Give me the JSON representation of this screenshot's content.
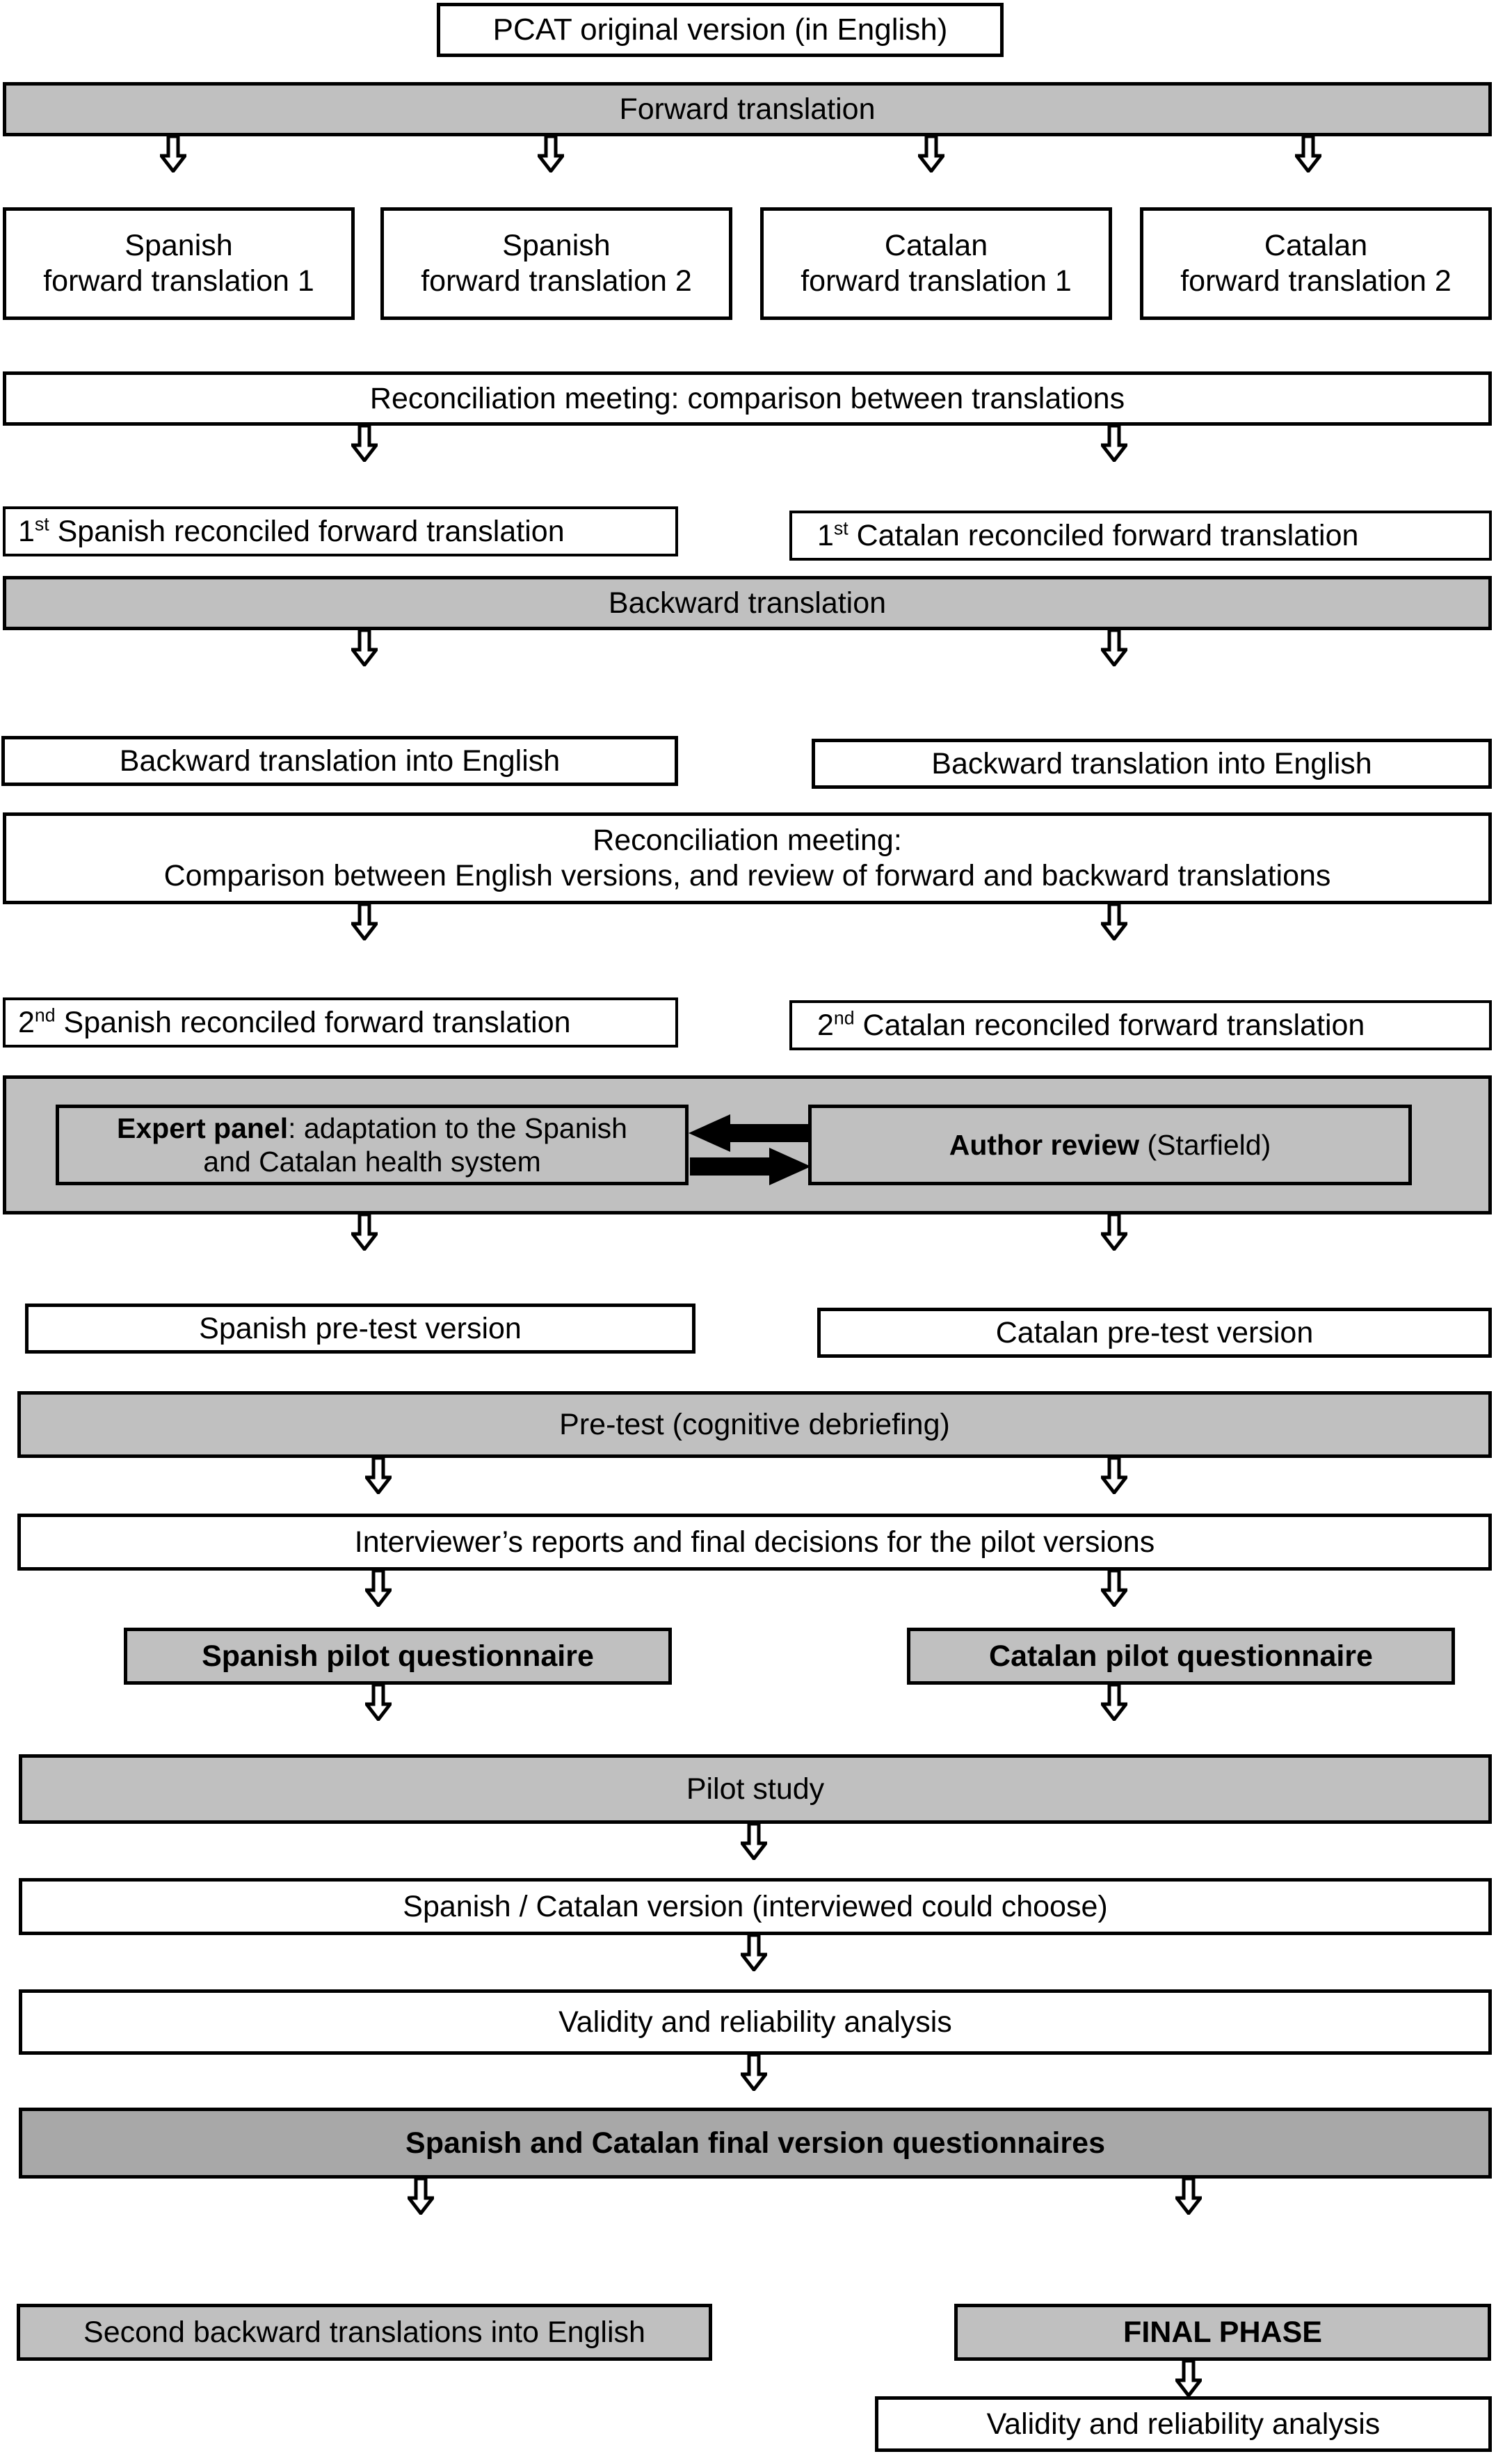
{
  "diagram": {
    "title": "PCAT translation and cross-cultural adaptation flowchart",
    "colors": {
      "outline": "#000000",
      "fill_white": "#ffffff",
      "fill_grey": "#c0c0c0",
      "fill_grey_dark": "#a8a8a8"
    },
    "nodes": {
      "pcat_original": "PCAT original version (in English)",
      "forward_translation": "Forward translation",
      "spanish_fwd_1_line1": "Spanish",
      "spanish_fwd_1_line2": "forward translation 1",
      "spanish_fwd_2_line1": "Spanish",
      "spanish_fwd_2_line2": "forward translation 2",
      "catalan_fwd_1_line1": "Catalan",
      "catalan_fwd_1_line2": "forward translation 1",
      "catalan_fwd_2_line1": "Catalan",
      "catalan_fwd_2_line2": "forward translation 2",
      "reconciliation_meeting_1": "Reconciliation meeting: comparison between translations",
      "first_spanish_ord": "1",
      "first_spanish_sup": "st",
      "first_spanish_rest": " Spanish reconciled forward translation",
      "first_catalan_ord": "1",
      "first_catalan_sup": "st",
      "first_catalan_rest": " Catalan reconciled forward translation",
      "backward_translation": "Backward translation",
      "backward_into_english_left": "Backward translation into English",
      "backward_into_english_right": "Backward translation into English",
      "reconciliation_meeting_2_line1": "Reconciliation meeting:",
      "reconciliation_meeting_2_line2": "Comparison between English versions, and review of forward and backward translations",
      "second_spanish_ord": "2",
      "second_spanish_sup": "nd",
      "second_spanish_rest": " Spanish reconciled forward translation",
      "second_catalan_ord": "2",
      "second_catalan_sup": "nd",
      "second_catalan_rest": " Catalan reconciled forward translation",
      "expert_panel_bold": "Expert panel",
      "expert_panel_rest_line1": ": adaptation  to the Spanish",
      "expert_panel_line2": "and Catalan health system",
      "author_review_bold": "Author review",
      "author_review_rest": " (Starfield)",
      "spanish_pretest": "Spanish pre-test version",
      "catalan_pretest": "Catalan pre-test version",
      "pretest_cognitive": "Pre-test (cognitive debriefing)",
      "interviewer_reports": "Interviewer’s reports and final decisions for the pilot versions",
      "spanish_pilot_questionnaire": "Spanish pilot questionnaire",
      "catalan_pilot_questionnaire": "Catalan pilot questionnaire",
      "pilot_study": "Pilot study",
      "spanish_catalan_version": "Spanish / Catalan version (interviewed could choose)",
      "validity_reliability_1": "Validity and reliability analysis",
      "final_version_questionnaires": "Spanish and Catalan final version questionnaires",
      "second_backward_translations": "Second backward translations into English",
      "final_phase": "FINAL PHASE",
      "validity_reliability_2": "Validity and reliability analysis"
    }
  }
}
